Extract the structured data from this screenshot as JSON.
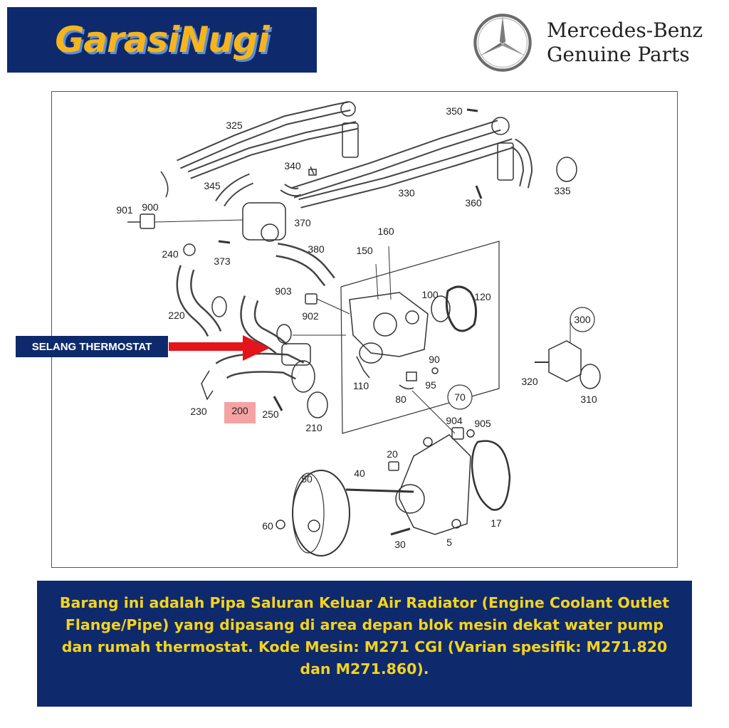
{
  "header": {
    "shop_logo_text": "GarasiNugi",
    "brand_line1": "Mercedes-Benz",
    "brand_line2": "Genuine Parts"
  },
  "diagram": {
    "part_numbers": [
      "325",
      "340",
      "345",
      "350",
      "335",
      "330",
      "360",
      "901",
      "900",
      "370",
      "373",
      "240",
      "380",
      "160",
      "150",
      "903",
      "902",
      "100",
      "120",
      "220",
      "300",
      "90",
      "95",
      "110",
      "80",
      "70",
      "320",
      "310",
      "230",
      "200",
      "250",
      "210",
      "904",
      "905",
      "20",
      "40",
      "50",
      "60",
      "30",
      "5",
      "17"
    ],
    "highlighted_part": "200",
    "callout_label": "SELANG THERMOSTAT"
  },
  "description": "Barang ini adalah Pipa Saluran Keluar Air Radiator (Engine Coolant Outlet Flange/Pipe) yang dipasang di area depan blok mesin dekat water pump dan rumah thermostat. Kode Mesin: M271 CGI (Varian spesifik: M271.820 dan M271.860).",
  "colors": {
    "navy": "#0e2a6d",
    "logo_yellow": "#f6b51c",
    "desc_yellow": "#f6d31c",
    "arrow_red": "#e3141b",
    "highlight_pink": "#f4a3a3"
  }
}
